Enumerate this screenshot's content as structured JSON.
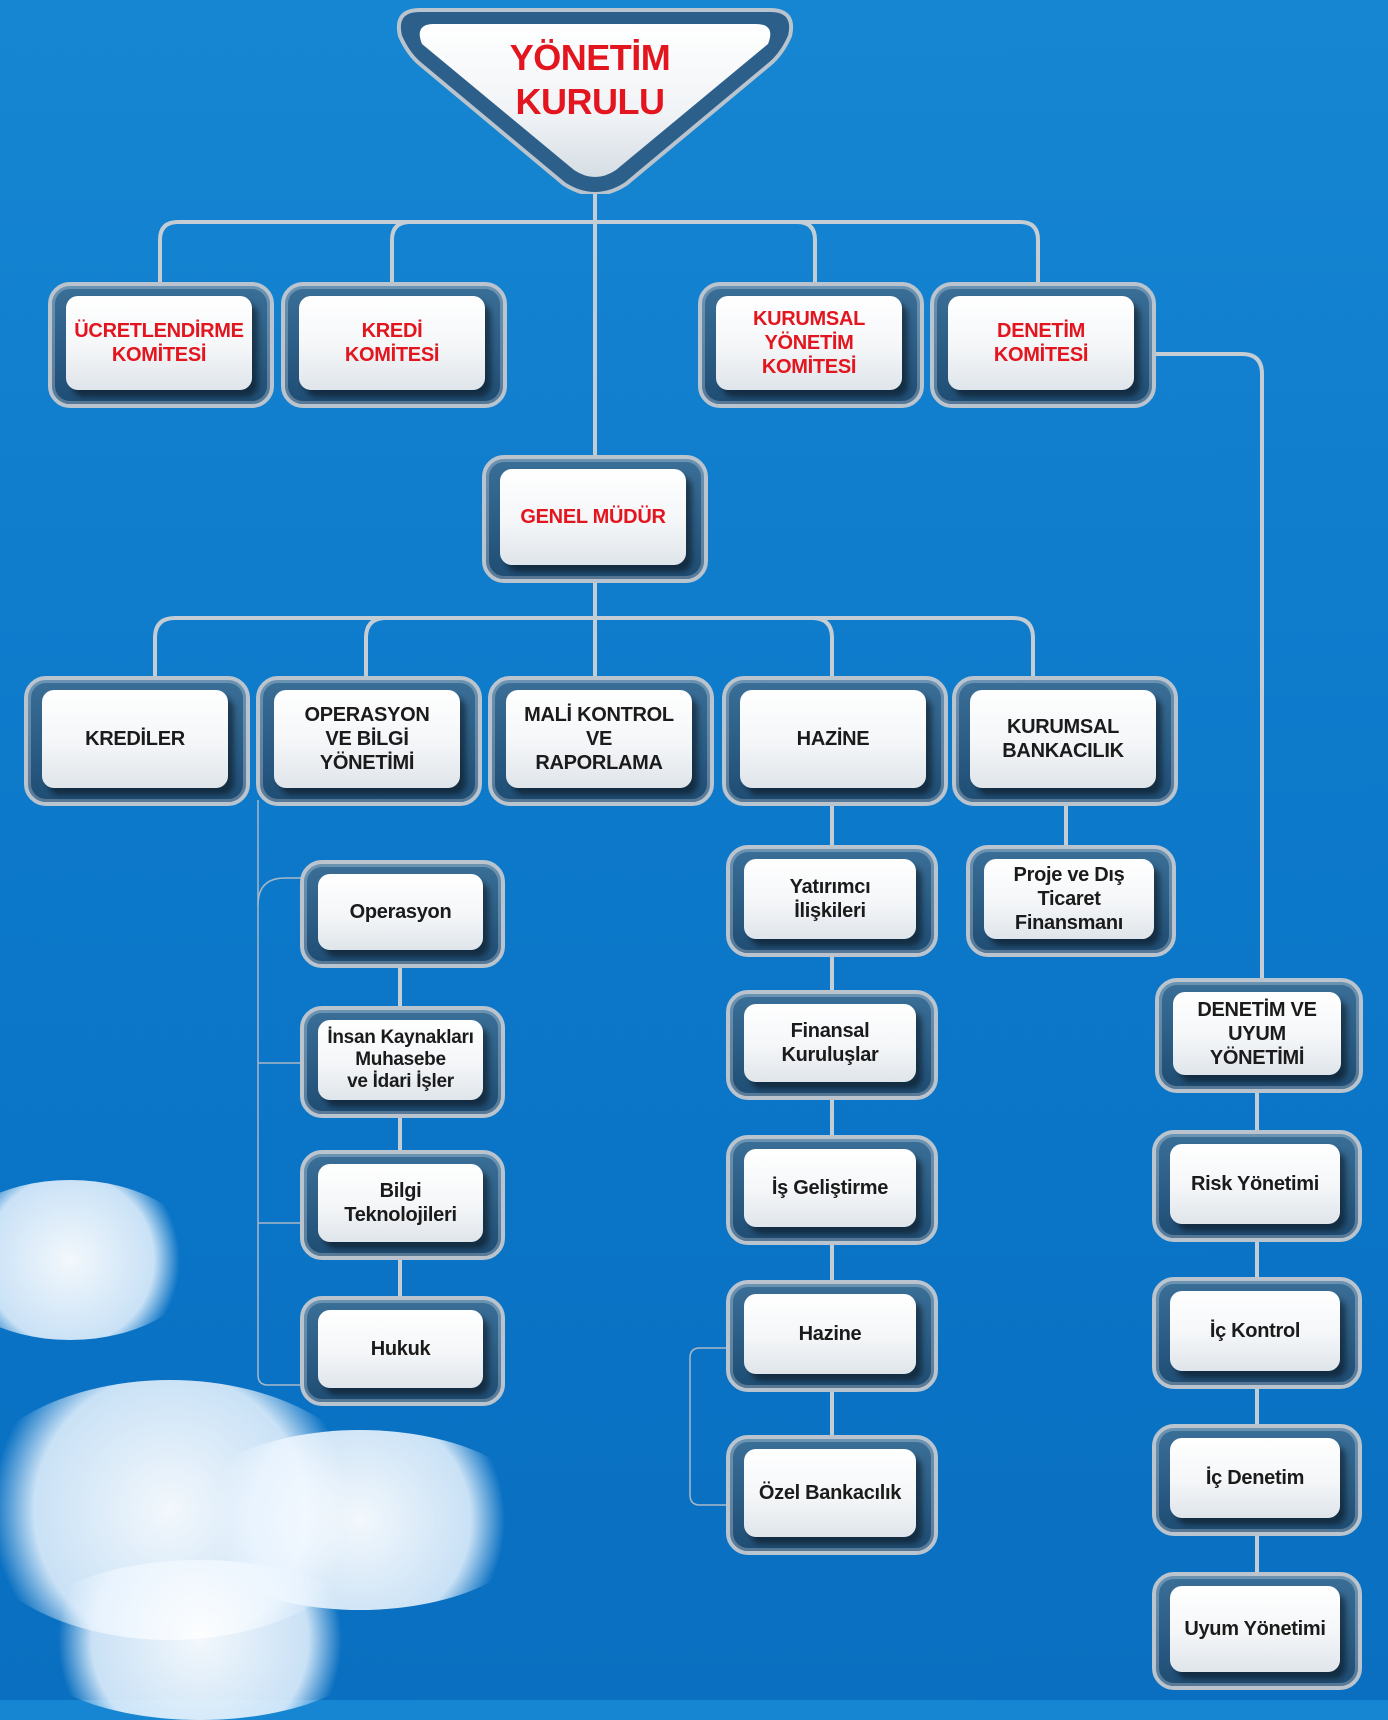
{
  "top": {
    "label": "YÖNETİM\nKURULU"
  },
  "committees": [
    {
      "label": "ÜCRETLENDİRME\nKOMİTESİ"
    },
    {
      "label": "KREDİ\nKOMİTESİ"
    },
    {
      "label": "KURUMSAL YÖNETİM\nKOMİTESİ"
    },
    {
      "label": "DENETİM\nKOMİTESİ"
    }
  ],
  "ceo": {
    "label": "GENEL MÜDÜR"
  },
  "divisions": [
    {
      "label": "KREDİLER"
    },
    {
      "label": "OPERASYON\nVE BİLGİ YÖNETİMİ"
    },
    {
      "label": "MALİ KONTROL VE\nRAPORLAMA"
    },
    {
      "label": "HAZİNE"
    },
    {
      "label": "KURUMSAL\nBANKACILIK"
    }
  ],
  "operations_units": [
    {
      "label": "Operasyon"
    },
    {
      "label": "İnsan Kaynakları\nMuhasebe\nve İdari İşler"
    },
    {
      "label": "Bilgi\nTeknolojileri"
    },
    {
      "label": "Hukuk"
    }
  ],
  "treasury_units": [
    {
      "label": "Yatırımcı\nİlişkileri"
    },
    {
      "label": "Finansal\nKuruluşlar"
    },
    {
      "label": "İş Geliştirme"
    },
    {
      "label": "Hazine"
    },
    {
      "label": "Özel Bankacılık"
    }
  ],
  "corporate_units": [
    {
      "label": "Proje ve Dış Ticaret\nFinansmanı"
    }
  ],
  "audit": {
    "label": "DENETİM VE UYUM\nYÖNETİMİ"
  },
  "audit_units": [
    {
      "label": "Risk Yönetimi"
    },
    {
      "label": "İç Kontrol"
    },
    {
      "label": "İç Denetim"
    },
    {
      "label": "Uyum Yönetimi"
    }
  ]
}
